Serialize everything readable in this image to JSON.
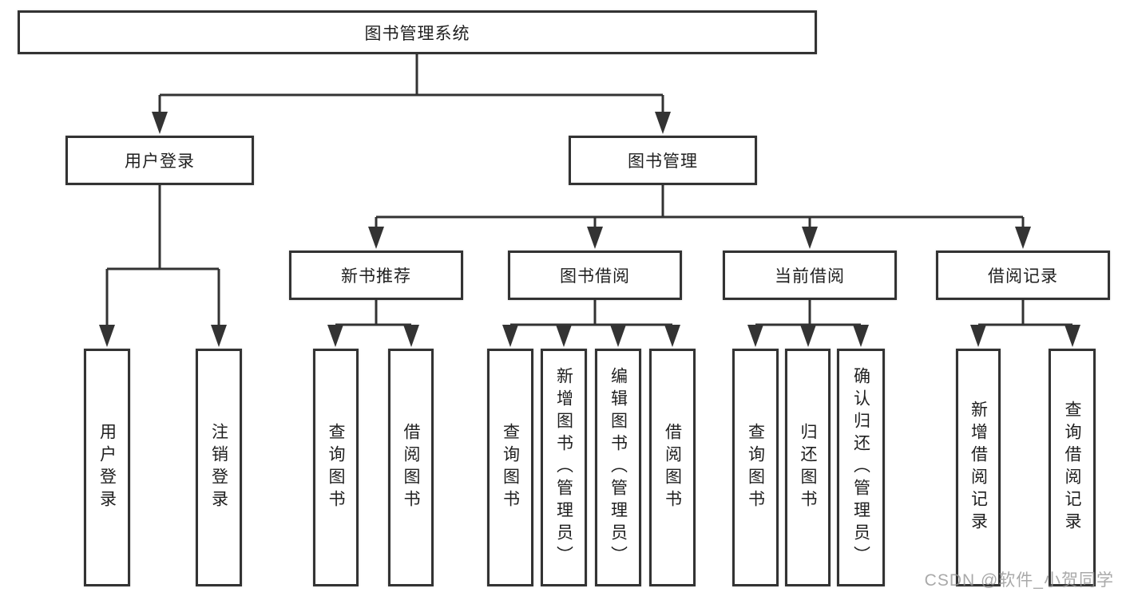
{
  "tree": {
    "root": {
      "label": "图书管理系统"
    },
    "branches": [
      {
        "label": "用户登录",
        "children": [
          {
            "label": "用户登录"
          },
          {
            "label": "注销登录"
          }
        ]
      },
      {
        "label": "图书管理",
        "groups": [
          {
            "label": "新书推荐",
            "children": [
              {
                "label": "查询图书"
              },
              {
                "label": "借阅图书"
              }
            ]
          },
          {
            "label": "图书借阅",
            "children": [
              {
                "label": "查询图书"
              },
              {
                "label": "新增图书（管理员）"
              },
              {
                "label": "编辑图书（管理员）"
              },
              {
                "label": "借阅图书"
              }
            ]
          },
          {
            "label": "当前借阅",
            "children": [
              {
                "label": "查询图书"
              },
              {
                "label": "归还图书"
              },
              {
                "label": "确认归还（管理员）"
              }
            ]
          },
          {
            "label": "借阅记录",
            "children": [
              {
                "label": "新增借阅记录"
              },
              {
                "label": "查询借阅记录"
              }
            ]
          }
        ]
      }
    ]
  },
  "watermark": "CSDN @软件_小贺同学",
  "colors": {
    "line": "#333333",
    "box_border": "#333333",
    "text": "#1f1f1f",
    "watermark": "#949494",
    "background": "#ffffff"
  }
}
